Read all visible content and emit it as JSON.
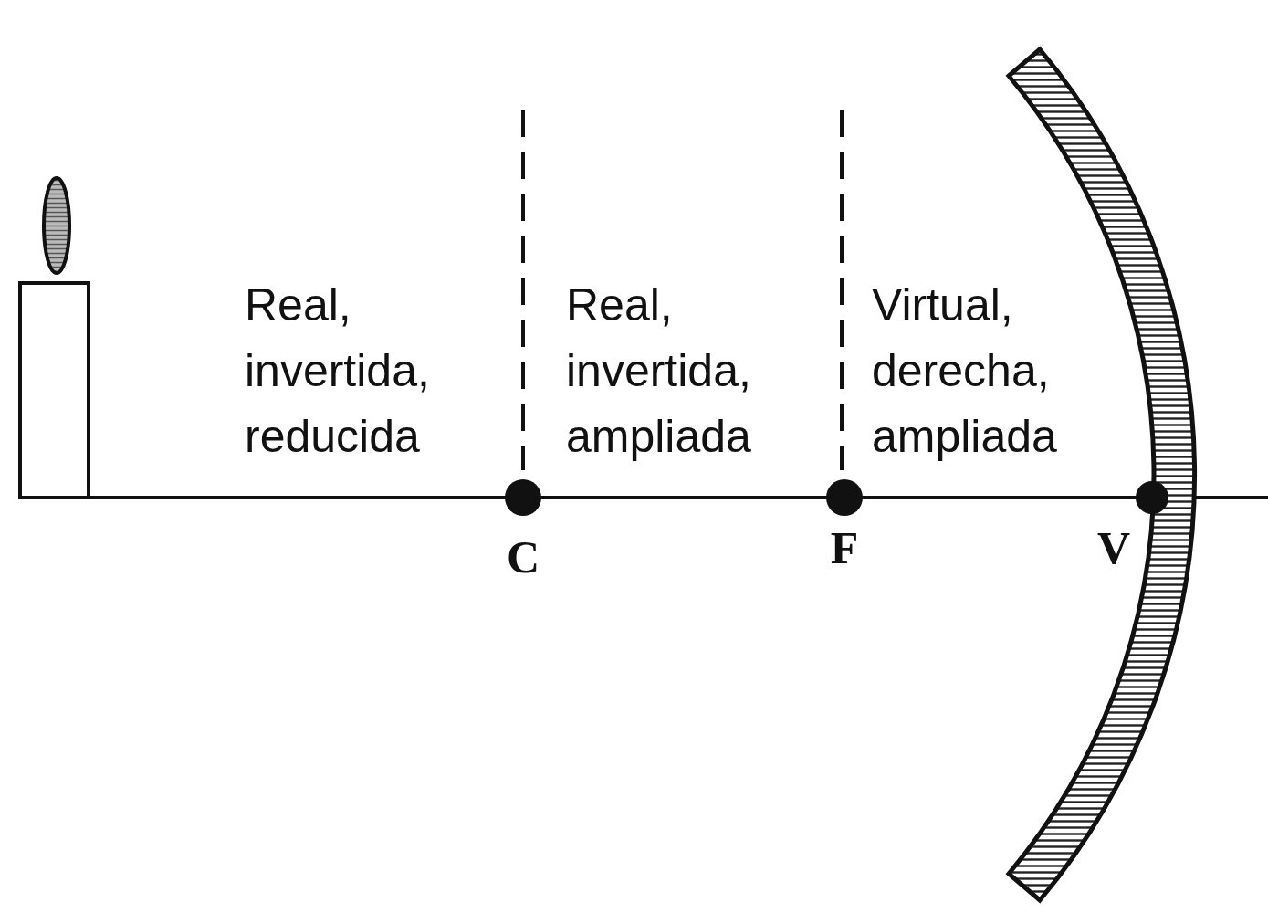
{
  "diagram": {
    "labels": [
      "Real, invertida, reducida",
      "Real, invertida, ampliada",
      "Virtual, derecha, ampliada",
      "C",
      "F",
      "V"
    ]
  }
}
